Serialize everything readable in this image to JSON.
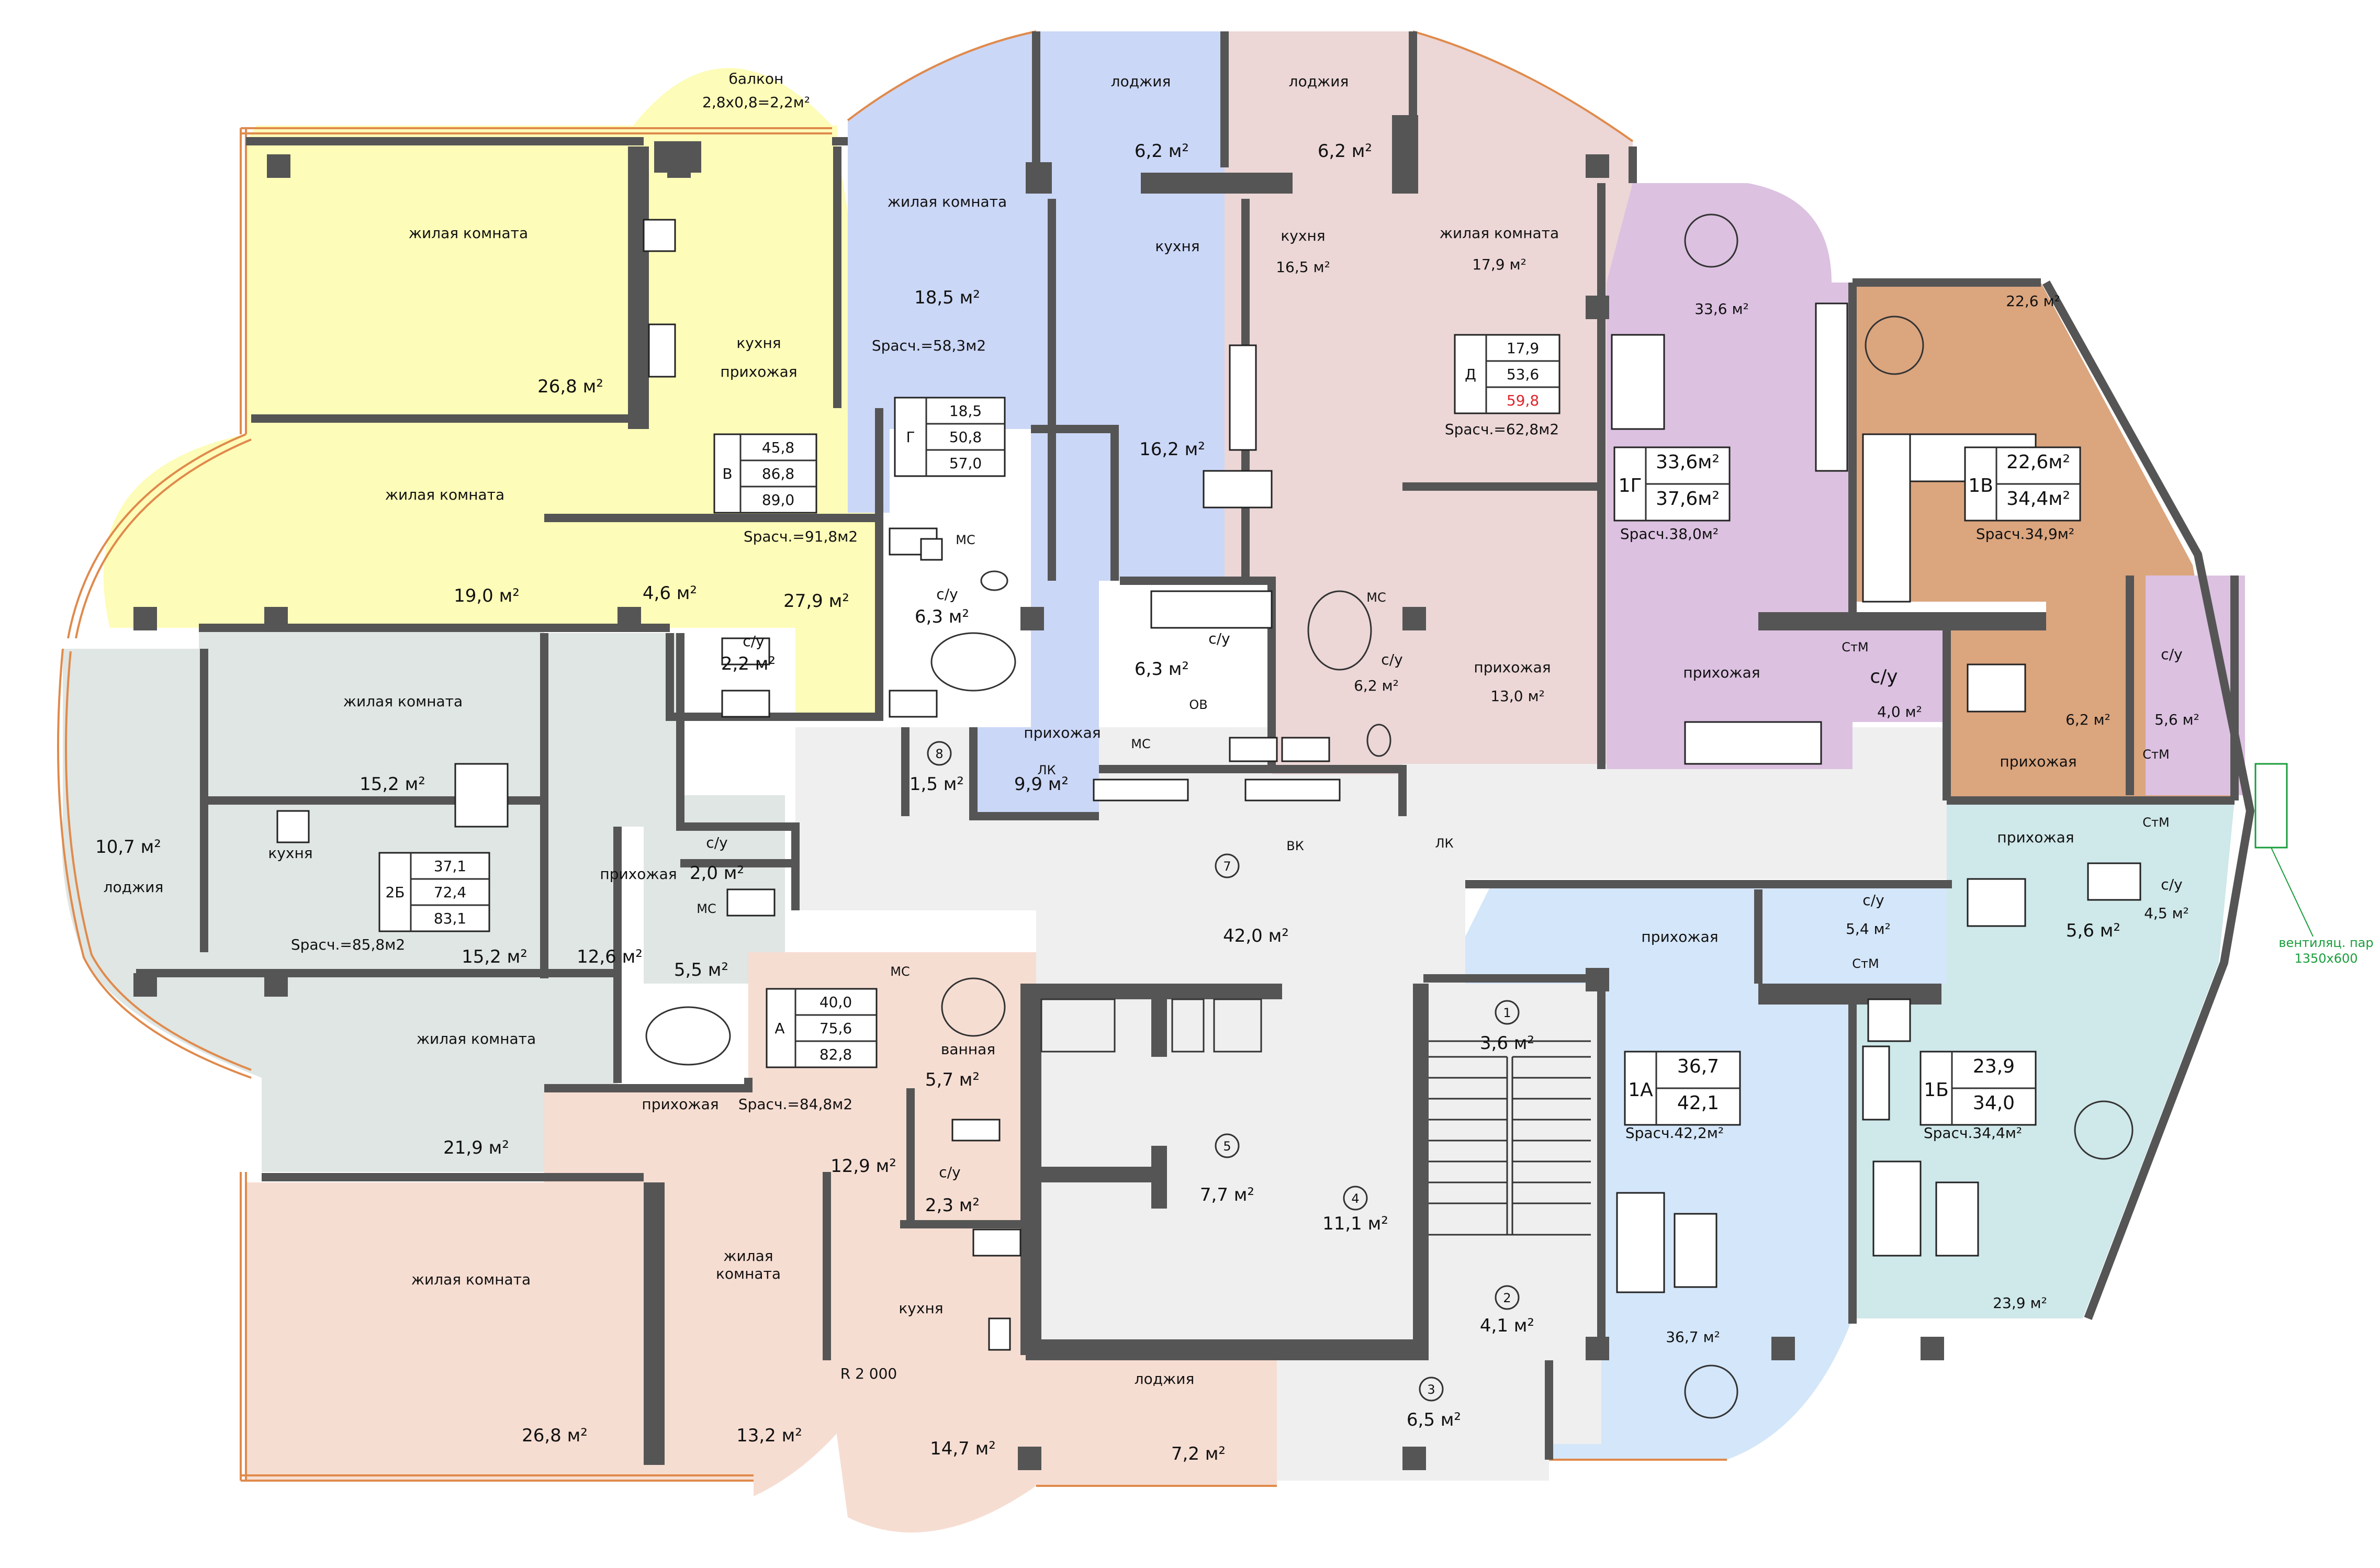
{
  "apartments": {
    "V": {
      "label": "В",
      "rows": [
        "45,8",
        "86,8",
        "89,0"
      ],
      "calc": "Sрасч.=91,8м2"
    },
    "G": {
      "label": "Г",
      "rows": [
        "18,5",
        "50,8",
        "57,0"
      ],
      "calc": "Sрасч.=58,3м2"
    },
    "D": {
      "label": "Д",
      "rows": [
        "17,9",
        "53,6",
        "59,8"
      ],
      "calc": "Sрасч.=62,8м2"
    },
    "1G": {
      "label": "1Г",
      "rows": [
        "33,6м²",
        "37,6м²"
      ],
      "calc": "Sрасч.38,0м²"
    },
    "1V": {
      "label": "1В",
      "rows": [
        "22,6м²",
        "34,4м²"
      ],
      "calc": "Sрасч.34,9м²"
    },
    "2B": {
      "label": "2Б",
      "rows": [
        "37,1",
        "72,4",
        "83,1"
      ],
      "calc": "Sрасч.=85,8м2"
    },
    "A": {
      "label": "А",
      "rows": [
        "40,0",
        "75,6",
        "82,8"
      ],
      "calc": "Sрасч.=84,8м2"
    },
    "1A": {
      "label": "1А",
      "rows": [
        "36,7",
        "42,1"
      ],
      "calc": "Sрасч.42,2м²"
    },
    "1B": {
      "label": "1Б",
      "rows": [
        "23,9",
        "34,0"
      ],
      "calc": "Sрасч.34,4м²"
    }
  },
  "rooms": {
    "balcony_name": "балкон",
    "balcony_size": "2,8х0,8=2,2м²",
    "v_living1": "жилая комната",
    "v_living1_area": "26,8 м²",
    "v_kitchen": "кухня",
    "v_hall": "прихожая",
    "v_living2": "жилая комната",
    "v_living2_area": "19,0 м²",
    "v_small": "4,6 м²",
    "v_hall_area": "27,9 м²",
    "v_wc": "с/у",
    "v_wc_area": "2,2 м²",
    "v_bath": "с/у",
    "v_bath_area": "6,3 м²",
    "g_living": "жилая комната",
    "g_living_area": "18,5 м²",
    "g_loggia": "лоджия",
    "g_loggia_area": "6,2 м²",
    "g_kitchen": "кухня",
    "g_kitchen_area": "16,2 м²",
    "g_hall": "прихожая",
    "g_hall_area": "9,9 м²",
    "g_bath": "с/у",
    "g_bath_area": "6,3 м²",
    "d_loggia": "лоджия",
    "d_loggia_area": "6,2 м²",
    "d_kitchen": "кухня",
    "d_kitchen_area": "16,5 м²",
    "d_living": "жилая комната",
    "d_living_area": "17,9 м²",
    "d_bath": "с/у",
    "d_bath_area": "6,2 м²",
    "d_hall": "прихожая",
    "d_hall_area": "13,0 м²",
    "ig_area": "33,6 м²",
    "ig_hall": "прихожая",
    "ig_wc": "с/у",
    "ig_wc_area": "4,0 м²",
    "iv_area": "22,6 м²",
    "iv_wc": "с/у",
    "iv_wc_area": "5,6 м²",
    "iv_hall": "прихожая",
    "iv_hall_area": "6,2 м²",
    "b_living": "жилая комната",
    "b_living_area": "15,2 м²",
    "b_loggia": "лоджия",
    "b_loggia_area": "10,7 м²",
    "b_kitchen": "кухня",
    "b_kitchen_area": "15,2 м²",
    "b_hall": "прихожая",
    "b_hall_area": "12,6 м²",
    "b_wc": "с/у",
    "b_wc_area": "2,0 м²",
    "b_bath_area": "5,5 м²",
    "corridor_num": "7",
    "corridor_area": "42,0 м²",
    "r8_num": "8",
    "r8_area": "1,5 м²",
    "a_living1": "жилая комната",
    "a_living1_area": "21,9 м²",
    "a_hall": "прихожая",
    "a_hall_area": "12,9 м²",
    "a_bath": "ванная",
    "a_bath_area": "5,7 м²",
    "a_wc": "с/у",
    "a_wc_area": "2,3 м²",
    "a_living2": "жилая комната",
    "a_living2_area": "26,8 м²",
    "a_living3": "жилая\nкомната",
    "a_living3_area": "13,2 м²",
    "a_kitchen": "кухня",
    "a_kitchen_area": "14,7 м²",
    "a_radius": "R 2 000",
    "loggia_bottom": "лоджия",
    "loggia_bottom_area": "7,2 м²",
    "r5_num": "5",
    "r5_area": "7,7 м²",
    "r4_num": "4",
    "r4_area": "11,1 м²",
    "r1_num": "1",
    "r1_area": "3,6 м²",
    "r2_num": "2",
    "r2_area": "4,1 м²",
    "r3_num": "3",
    "r3_area": "6,5 м²",
    "ia_hall": "прихожая",
    "ia_wc": "с/у",
    "ia_wc_area": "5,4 м²",
    "ia_area": "36,7 м²",
    "ib_hall": "прихожая",
    "ib_hall_area": "5,6 м²",
    "ib_wc": "с/у",
    "ib_wc_area": "4,5 м²",
    "ib_area": "23,9 м²",
    "vent": "вентиляц. пар",
    "vent_size": "1350х600",
    "ms": "МС",
    "lk": "ЛК",
    "vk": "ВК",
    "ov": "ОВ",
    "stm": "СтМ"
  },
  "colors": {
    "yellow": "#fdfcb8",
    "blue": "#cbd7f7",
    "pink": "#ecd6d6",
    "purple": "#dcc1e1",
    "orange": "#dba57e",
    "gray": "#dfe6e3",
    "salmon": "#f6ddd2",
    "lightblue": "#d4e6f9",
    "teal": "#cfe8ea",
    "corridor": "#efefef"
  }
}
